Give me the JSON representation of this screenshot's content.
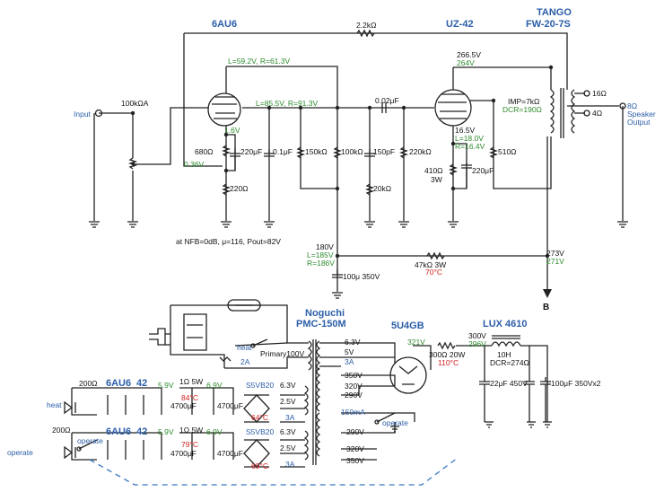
{
  "tubes": {
    "driver": "6AU6",
    "output": "UZ-42",
    "rectifier": "5U4GB",
    "bottom_6au6_1": "6AU6",
    "bottom_42_1": "42",
    "bottom_6au6_2": "6AU6",
    "bottom_42_2": "42"
  },
  "transformer": {
    "brand": "TANGO",
    "model": "FW-20-7S",
    "imp": "IMP=7kΩ",
    "dcr": "DCR=190Ω"
  },
  "power_transformer": {
    "brand": "Noguchi",
    "model": "PMC-150M"
  },
  "choke": {
    "model": "LUX 4610",
    "inductance": "10H",
    "dcr": "DCR=274Ω"
  },
  "labels": {
    "input": "Input",
    "speaker_output": [
      "Speaker",
      "Output"
    ],
    "tap_16": "16Ω",
    "tap_4": "4Ω",
    "tap_8": "8Ω",
    "note": "at NFB=0dB, μ=116, Pout=82V",
    "node_b": "B",
    "heat1": "heat",
    "heat2": "heat",
    "operate1": "operate",
    "operate2": "operate",
    "operate3": "operate",
    "primary": "Primary100V",
    "fuse": "2A"
  },
  "components": {
    "r_fb": "2.2kΩ",
    "pot": "100kΩA",
    "r_680": "680Ω",
    "r_220": "220Ω",
    "c_220u": "220μF",
    "c_01u": "0.1μF",
    "r_150k": "150kΩ",
    "r_100k": "100kΩ",
    "c_002": "0.02μF",
    "c_150p": "150pF",
    "r_20k": "20kΩ",
    "r_220k": "220kΩ",
    "r_410": "410Ω",
    "r_3w": "3W",
    "c_220u_2": "220μF",
    "r_510": "510Ω",
    "r_47k": "47kΩ 3W",
    "c_100u": "100μ 350V",
    "r_300": "300Ω 20W",
    "c_22u": "22μF 450V",
    "c_100u2": "100μF 350Vx2",
    "r_200_1": "200Ω",
    "r_200_2": "200Ω",
    "r_1ohm_1": "1Ω 5W",
    "r_1ohm_2": "1Ω 5W",
    "c_4700_1": "4700μF",
    "c_4700_2": "4700μF",
    "c_4700_3": "4700μF",
    "c_4700_4": "4700μF",
    "bridge_1": "S5VB20",
    "bridge_2": "S5VB20"
  },
  "voltages": {
    "v_l1": "L=59.2V, R=61.3V",
    "v_l2": "L=85.5V, R=91.3V",
    "v_16": "1.6V",
    "v_036": "0.36V",
    "v_2665": "266.5V",
    "v_264": "264V",
    "v_165": "16.5V",
    "v_L18": "L=18.0V",
    "v_R16": "R=16.4V",
    "v_180": "180V",
    "v_L185": "L=185V",
    "v_R186": "R=186V",
    "v_273": "273V",
    "v_271": "271V",
    "t_70": "70°C",
    "v_321": "321V",
    "t_110": "110°C",
    "v_300": "300V",
    "v_296": "296V",
    "v_59a": "5.9V",
    "v_69a": "6.9V",
    "t_84": "84°C",
    "t_64": "64°C",
    "v_59b": "5.9V",
    "v_69b": "6.9V",
    "t_79": "79°C",
    "t_69": "69°C"
  },
  "windings": {
    "w_63_top": "6.3V",
    "w_5v": "5V",
    "w_3a_top": "3A",
    "w_350_top": "350V",
    "w_320_top": "320V",
    "w_290_top": "290V",
    "w_63_mid": "6.3V",
    "w_25_a": "2.5V",
    "w_3a_mid": "3A",
    "w_150ma": "150mA",
    "w_290_bot": "290V",
    "w_320_bot": "320V",
    "w_350_bot": "350V",
    "w_63_bot": "6.3V",
    "w_25_b": "2.5V",
    "w_3a_bot": "3A"
  }
}
